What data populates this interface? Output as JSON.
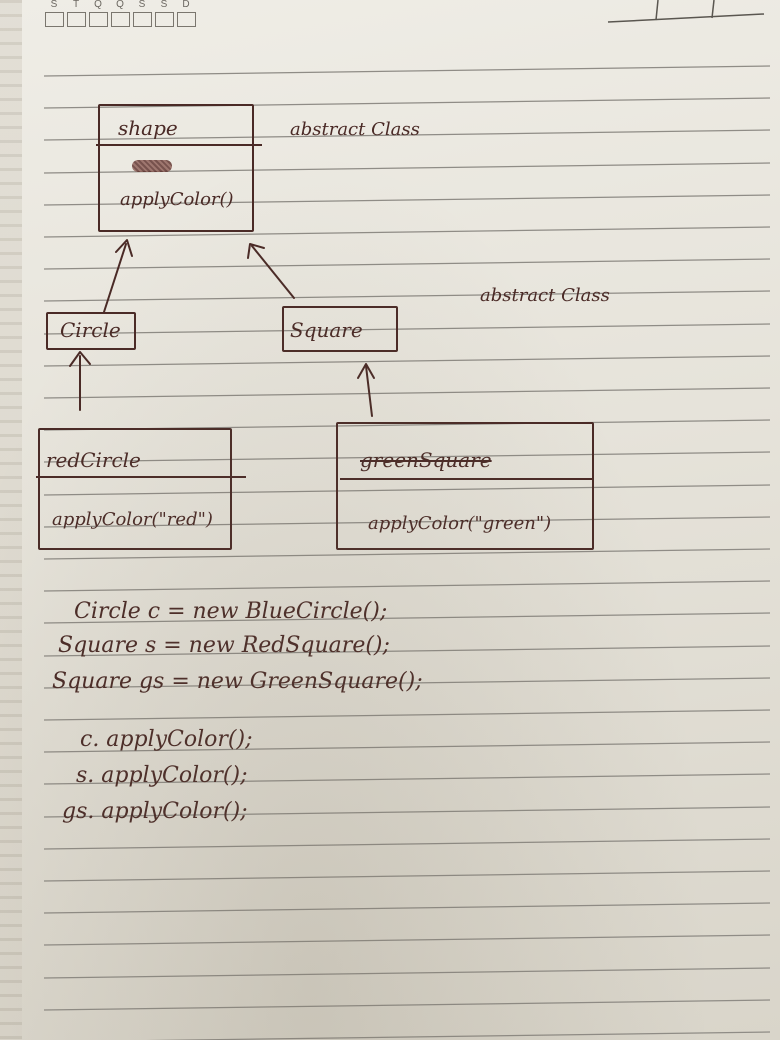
{
  "header": {
    "day_letters": [
      "S",
      "T",
      "Q",
      "Q",
      "S",
      "S",
      "D"
    ]
  },
  "diagram": {
    "shape": {
      "name": "shape",
      "method": "applyColor()"
    },
    "shape_note": "abstract Class",
    "circle": {
      "name": "Circle"
    },
    "square": {
      "name": "Square"
    },
    "square_note": "abstract Class",
    "red_circle": {
      "name": "redCircle",
      "method": "applyColor(\"red\")"
    },
    "green_square": {
      "name": "greenSquare",
      "method": "applyColor(\"green\")"
    }
  },
  "code": {
    "lines": [
      "Circle  c = new BlueCircle();",
      "Square  s = new RedSquare();",
      "Square  gs = new GreenSquare();",
      "c. applyColor();",
      "s. applyColor();",
      "gs. applyColor();"
    ]
  },
  "colors": {
    "ink": "#4a2a26",
    "paper": "#eceae3",
    "rule": "#8f8c86"
  }
}
